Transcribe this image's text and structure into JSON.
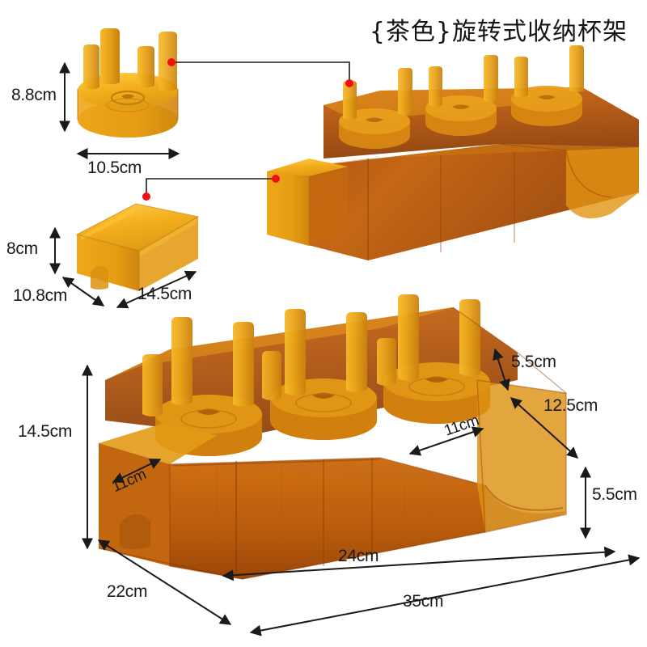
{
  "title": "{茶色}旋转式收纳杯架",
  "colors": {
    "amber_light": "#f2a81c",
    "amber_mid": "#e08a12",
    "amber_deep": "#b35a0d",
    "amber_dark": "#8a3f08",
    "callout_dot": "#ee1111",
    "line": "#1a1a1a"
  },
  "components": {
    "cup_holder": {
      "name": "rotating-cup-holder",
      "height": "8.8cm",
      "diameter": "10.5cm"
    },
    "drawer": {
      "name": "drawer-box",
      "height": "8cm",
      "depth": "10.8cm",
      "width": "14.5cm"
    }
  },
  "main_unit": {
    "name": "assembled-organizer",
    "total_height": "14.5cm",
    "total_width": "35cm",
    "total_depth": "22cm",
    "inner_width": "24cm",
    "drawer_front_left": "11cm",
    "drawer_front_right": "11cm",
    "riser_height": "5.5cm",
    "side_slope": "12.5cm",
    "front_wall_height": "5.5cm"
  },
  "dimension_labels": [
    {
      "id": "ch-height",
      "text": "8.8cm"
    },
    {
      "id": "ch-diameter",
      "text": "10.5cm"
    },
    {
      "id": "dr-height",
      "text": "8cm"
    },
    {
      "id": "dr-depth",
      "text": "10.8cm"
    },
    {
      "id": "dr-width",
      "text": "14.5cm"
    },
    {
      "id": "mu-height",
      "text": "14.5cm"
    },
    {
      "id": "mu-left11",
      "text": "11cm"
    },
    {
      "id": "mu-right11",
      "text": "11cm"
    },
    {
      "id": "mu-riser",
      "text": "5.5cm"
    },
    {
      "id": "mu-slope",
      "text": "12.5cm"
    },
    {
      "id": "mu-front",
      "text": "5.5cm"
    },
    {
      "id": "mu-inner",
      "text": "24cm"
    },
    {
      "id": "mu-depth",
      "text": "22cm"
    },
    {
      "id": "mu-width",
      "text": "35cm"
    }
  ]
}
